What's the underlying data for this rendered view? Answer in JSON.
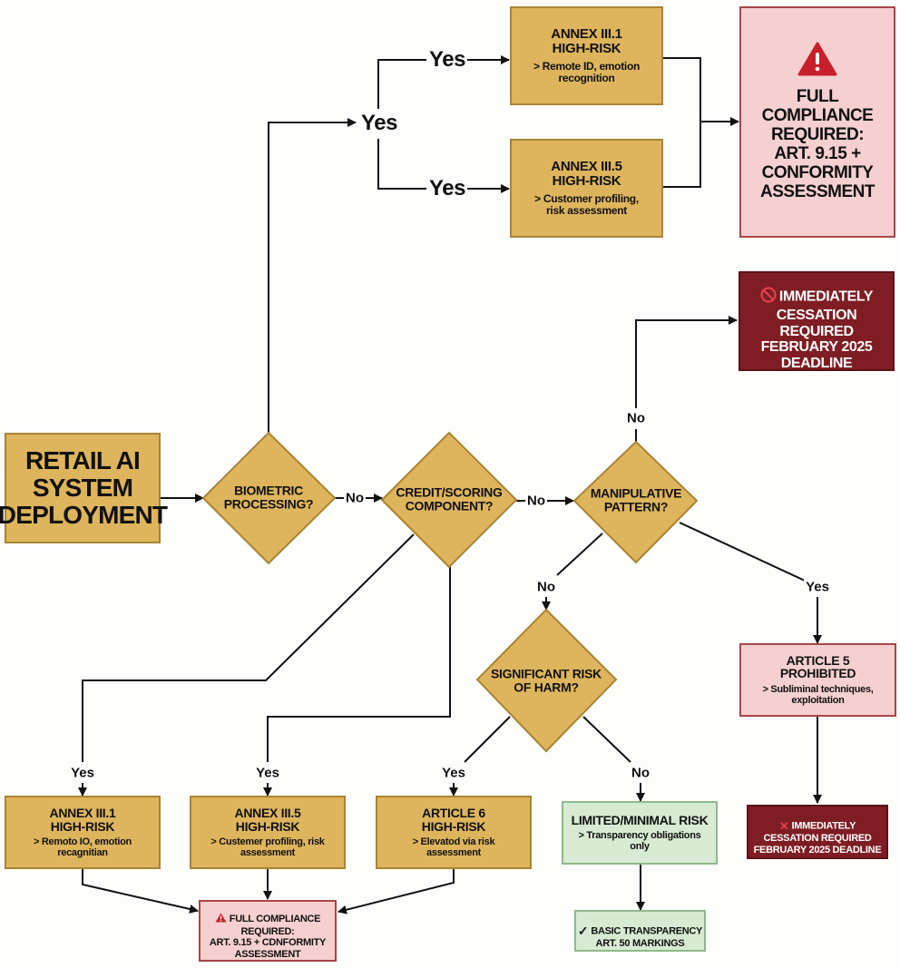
{
  "diagram": {
    "colors": {
      "gold": "#deb55d",
      "gold_border": "#a88434",
      "pink": "#f6d0d0",
      "pink_border": "#a84646",
      "maroon": "#7f1d24",
      "green": "#d7ebd3",
      "green_border": "#8fb88a",
      "warning_red": "#c8202a"
    },
    "start": {
      "label": "RETAIL AI SYSTEM DEPLOYMENT"
    },
    "decisions": {
      "biometric": "BIOMETRIC\nPROCESSING?",
      "credit": "CREDIT/SCORING\nCOMPONENT?",
      "manipulative": "MANIPULATIVE\nPATTERN?",
      "significant": "SIGNIFICANT RISK\nOF HARM?"
    },
    "edge_labels": {
      "bio_yes": "Yes",
      "bio_yes_top": "Yes",
      "bio_yes_bottom": "Yes",
      "bio_no": "No",
      "credit_no": "No",
      "manip_no_up": "No",
      "manip_no_down": "No",
      "manip_yes": "Yes",
      "credit_yes_left": "Yes",
      "credit_yes_right": "Yes",
      "harm_yes": "Yes",
      "harm_no": "No"
    },
    "top_annex_1": {
      "title": "ANNEX III.1\nHIGH-RISK",
      "sub": "> Remote ID, emotion\nrecognition"
    },
    "top_annex_5": {
      "title": "ANNEX III.5\nHIGH-RISK",
      "sub": "> Customer profiling,\nrisk assessment"
    },
    "top_full_compliance": {
      "icon": "warning-triangle-icon",
      "title": "FULL COMPLIANCE\nREQUIRED:\nART. 9.15 +\nCONFORMITY\nASSESSMENT"
    },
    "top_cessation": {
      "icon": "prohibited-icon",
      "title": "IMMEDIATELY\nCESSATION REQUIRED\nFEBRUARY 2025\nDEADLINE"
    },
    "bottom_annex_1": {
      "title": "ANNEX III.1\nHIGH-RISK",
      "sub": "> Remoto IO, emotion\nrecagnitian"
    },
    "bottom_annex_5": {
      "title": "ANNEX III.5\nHIGH-RISK",
      "sub": "> Custemer profiling, risk\nassessment"
    },
    "article_6": {
      "title": "ARTICLE 6\nHIGH-RISK",
      "sub": "> Elevatod via risk\nassessment"
    },
    "limited_minimal": {
      "title": "LIMITED/MINIMAL RISK",
      "sub": "> Transparency obligations\nonly"
    },
    "article_5": {
      "title": "ARTICLE 5\nPROHIBITED",
      "sub": "> Subliminal techniques,\nexploitation"
    },
    "bottom_full_compliance": {
      "icon": "warning-triangle-icon",
      "title": "FULL COMPLIANCE\nREQUIRED:\nART. 9.15 + CDNFORMITY\nASSESSMENT"
    },
    "basic_transparency": {
      "icon": "checkmark-icon",
      "title": "BASIC TRANSPARENCY\nART. 50 MARKINGS"
    },
    "bottom_cessation": {
      "icon": "cross-icon",
      "title": "IMMEDIATELY\nCESSATION REQUIRED\nFEBRUARY 2025 DEADLINE"
    }
  }
}
